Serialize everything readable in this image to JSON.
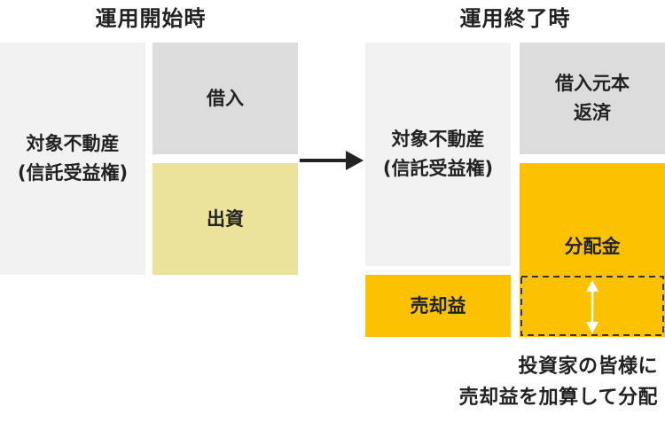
{
  "start": {
    "title": "運用開始時",
    "property_label_line1": "対象不動産",
    "property_label_line2": "(信託受益権)",
    "loan_label": "借入",
    "equity_label": "出資"
  },
  "end": {
    "title": "運用終了時",
    "property_label_line1": "対象不動産",
    "property_label_line2": "(信託受益権)",
    "repayment_label_line1": "借入元本",
    "repayment_label_line2": "返済",
    "distribution_label": "分配金",
    "gain_label": "売却益"
  },
  "note": {
    "line1": "投資家の皆様に",
    "line2": "売却益を加算して分配"
  },
  "colors": {
    "property": "#f2f2f2",
    "loan": "#dcdcdc",
    "equity": "#ebe39a",
    "highlight": "#fcc100",
    "arrow": "#222222",
    "dashed": "#333333",
    "double_arrow": "#ffffff"
  }
}
